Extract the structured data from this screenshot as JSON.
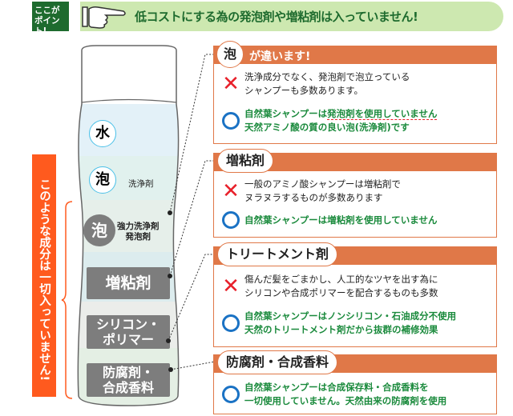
{
  "banner": {
    "badge_line1": "ここが",
    "badge_line2": "ポイント!",
    "headline": "低コストにする為の発泡剤や増粘剤は入っていません!"
  },
  "side_label": "このような成分は一切入っていません!",
  "bottle": {
    "water": "水",
    "foam": "泡",
    "foam_label": "洗浄剤",
    "foam_bad": "泡",
    "foam_bad_label1": "強力洗浄剤",
    "foam_bad_label2": "発泡剤",
    "thickener": "増粘剤",
    "silicone1": "シリコン・",
    "silicone2": "ポリマー",
    "preserv1": "防腐剤・",
    "preserv2": "合成香料"
  },
  "boxes": [
    {
      "tab": "泡",
      "header": "が違います!",
      "bad": [
        "洗浄成分でなく、発泡剤で泡立っている",
        "シャンプーも多数あります。"
      ],
      "good1_pre": "自然葉シャンプーは",
      "good1_ul": "発泡剤を使用していません",
      "good2": "天然アミノ酸の質の良い泡(洗浄剤)です"
    },
    {
      "tab": "増粘剤",
      "bad": [
        "一般のアミノ酸シャンプーは増粘剤で",
        "ヌラヌラするものが多数あります"
      ],
      "good": [
        "自然葉シャンプーは増粘剤を使用していません"
      ]
    },
    {
      "tab": "トリートメント剤",
      "bad": [
        "傷んだ髪をごまかし、人工的なツヤを出す為に",
        "シリコンや合成ポリマーを配合するものも多数"
      ],
      "good": [
        "自然葉シャンプーはノンシリコン・石油成分不使用",
        "天然のトリートメント剤だから抜群の補修効果"
      ]
    },
    {
      "tab": "防腐剤・合成香料",
      "good": [
        "自然葉シャンプーは合成保存料・合成香料を",
        "一切使用していません。天然由来の防腐剤を使用"
      ]
    }
  ]
}
